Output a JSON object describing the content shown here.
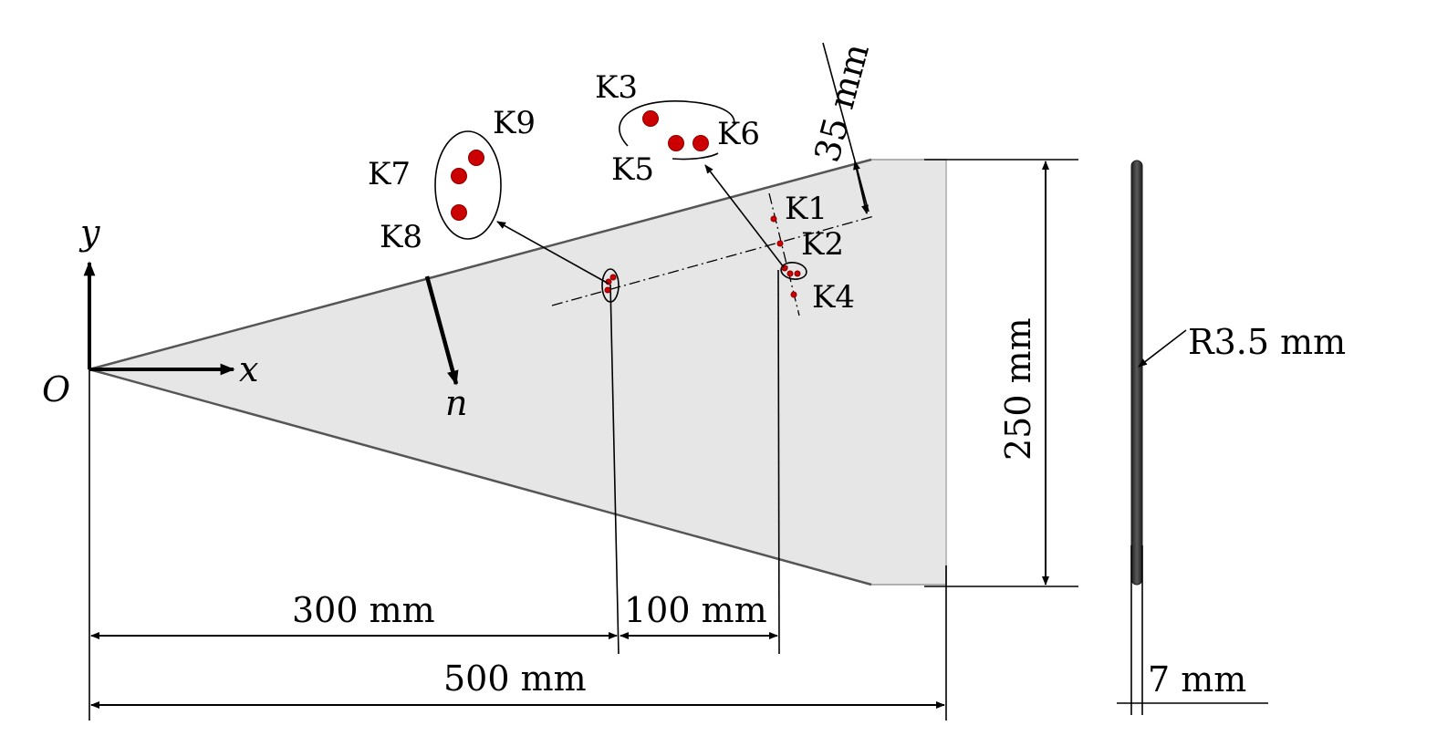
{
  "axes": {
    "origin": "O",
    "x": "x",
    "y": "y",
    "normal": "n"
  },
  "dimensions": {
    "d300": "300 mm",
    "d100": "100 mm",
    "d500": "500 mm",
    "d250": "250 mm",
    "d35": "35 mm",
    "d7": "7 mm",
    "radius": "R3.5 mm"
  },
  "points": [
    "K1",
    "K2",
    "K3",
    "K4",
    "K5",
    "K6",
    "K7",
    "K8",
    "K9"
  ],
  "colors": {
    "plate": "#e6e6e6",
    "dot": "#cc0000",
    "rod": "#3a3a3a"
  }
}
